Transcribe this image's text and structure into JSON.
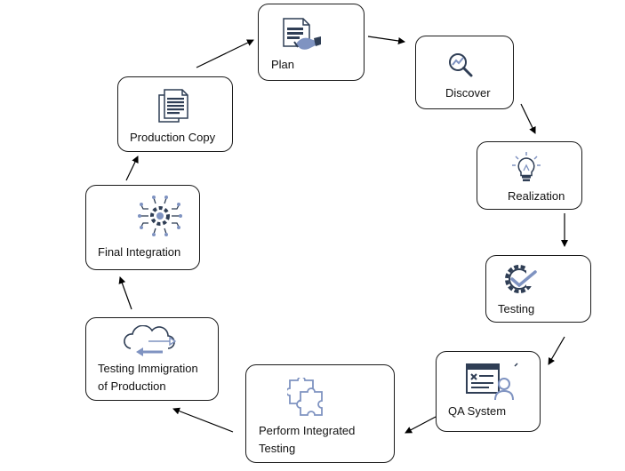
{
  "diagram": {
    "nodes": [
      {
        "id": "plan",
        "label": "Plan",
        "icon": "handshake-document-icon"
      },
      {
        "id": "discover",
        "label": "Discover",
        "icon": "magnifier-chart-icon"
      },
      {
        "id": "realization",
        "label": "Realization",
        "icon": "lightbulb-icon"
      },
      {
        "id": "testing",
        "label": "Testing",
        "icon": "gear-check-icon"
      },
      {
        "id": "qa-system",
        "label": "QA System",
        "icon": "document-person-icon"
      },
      {
        "id": "perform-integrated-testing",
        "label_line1": "Perform Integrated",
        "label_line2": "Testing",
        "icon": "puzzle-icon"
      },
      {
        "id": "testing-immigration",
        "label_line1": "Testing Immigration",
        "label_line2": "of Production",
        "icon": "cloud-transfer-icon"
      },
      {
        "id": "final-integration",
        "label": "Final Integration",
        "icon": "gear-circuit-icon"
      },
      {
        "id": "production-copy",
        "label": "Production Copy",
        "icon": "documents-icon"
      }
    ],
    "colors": {
      "icon_dark": "#2f3e55",
      "icon_light": "#7f93c1",
      "border": "#1a1a1a"
    }
  }
}
